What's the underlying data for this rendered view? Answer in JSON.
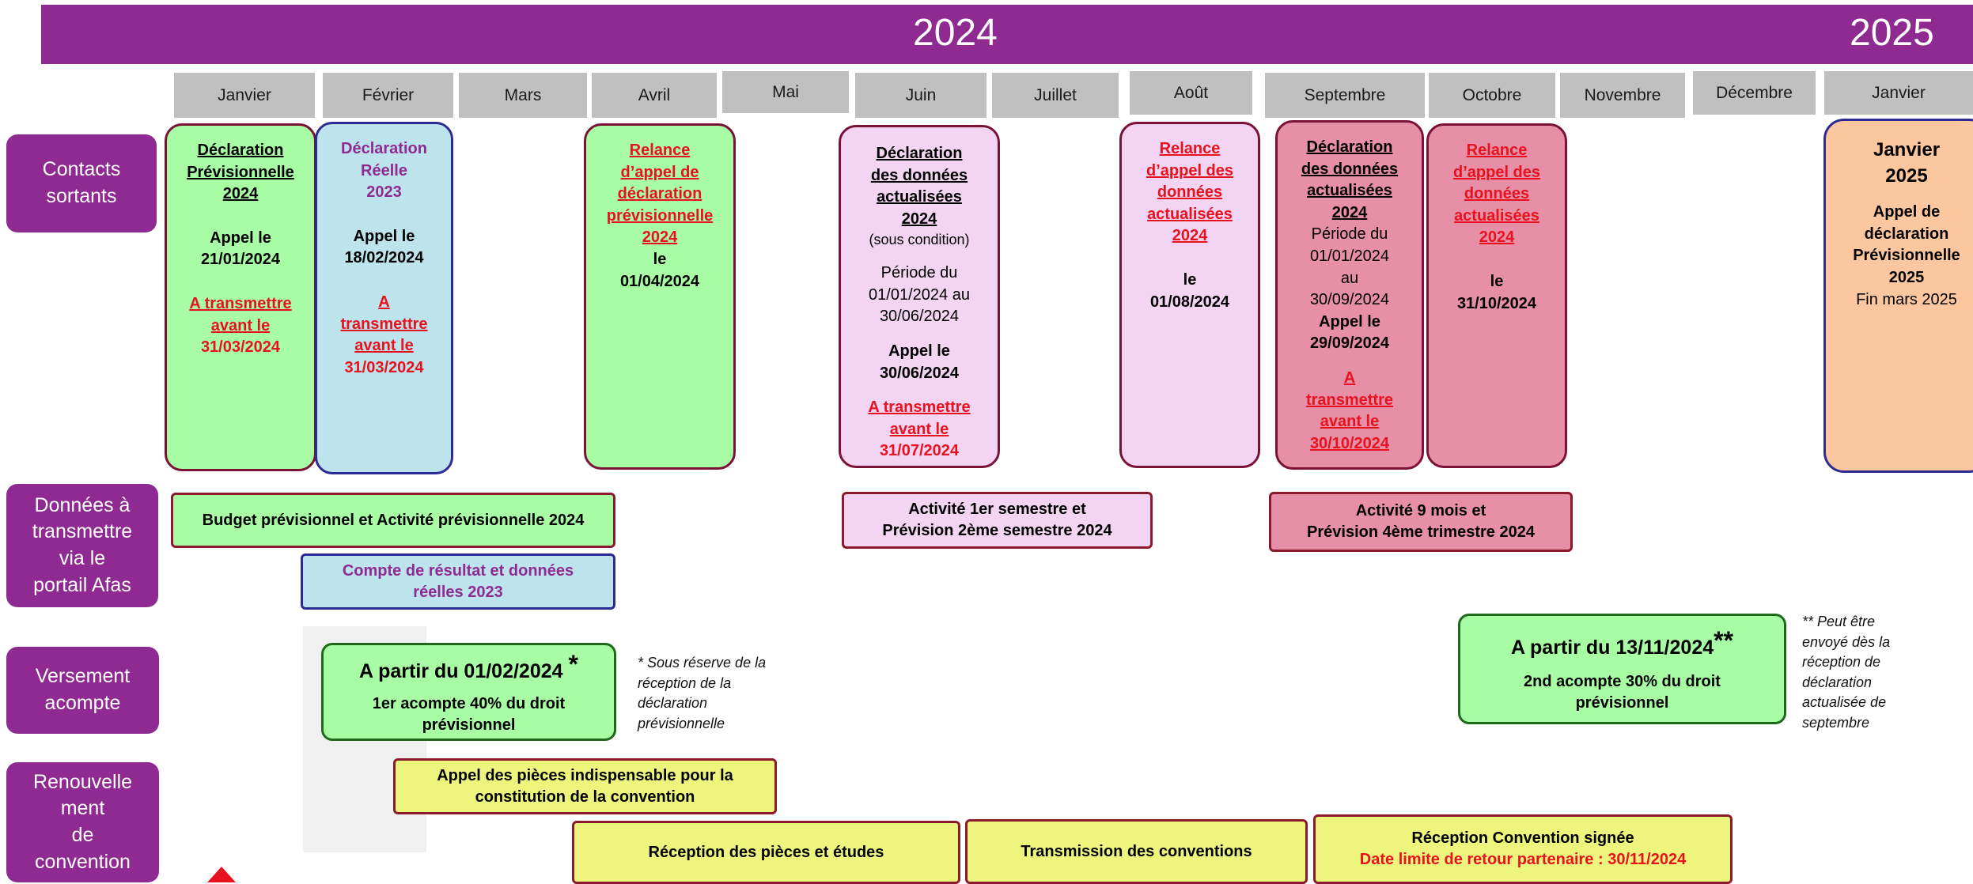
{
  "years": {
    "y2024": "2024",
    "y2025": "2025"
  },
  "months": [
    "Janvier",
    "Février",
    "Mars",
    "Avril",
    "Mai",
    "Juin",
    "Juillet",
    "Août",
    "Septembre",
    "Octobre",
    "Novembre",
    "Décembre",
    "Janvier"
  ],
  "rows": {
    "contacts": [
      "Contacts",
      "sortants"
    ],
    "donnees": [
      "Données à",
      "transmettre",
      "via le",
      "portail Afas"
    ],
    "versement": [
      "Versement",
      "acompte"
    ],
    "renouvellement": [
      "Renouvelle",
      "ment",
      "de",
      "convention"
    ]
  },
  "cards": {
    "janvier": {
      "t1": "Déclaration",
      "t2": "Prévisionnelle",
      "t3": "2024",
      "a1": "Appel le",
      "a2": "21/01/2024",
      "d1": "A transmettre",
      "d2": "avant le",
      "d3": "31/03/2024"
    },
    "fevrier": {
      "t1": "Déclaration",
      "t2": "Réelle",
      "t3": "2023",
      "a1": "Appel le",
      "a2": "18/02/2024",
      "d1": "A",
      "d2": "transmettre",
      "d3": "avant le",
      "d4": "31/03/2024"
    },
    "avril": {
      "t1": "Relance",
      "t2": "d’appel de",
      "t3": "déclaration",
      "t4": "prévisionnelle",
      "t5": "2024",
      "a1": "le",
      "a2": "01/04/2024"
    },
    "juin": {
      "t1": "Déclaration",
      "t2": "des données",
      "t3": "actualisées",
      "t4": "2024",
      "cond": "(sous condition)",
      "p1": "Période du",
      "p2": "01/01/2024 au",
      "p3": "30/06/2024",
      "a1": "Appel le",
      "a2": "30/06/2024",
      "d1": "A transmettre",
      "d2": "avant le",
      "d3": "31/07/2024"
    },
    "aout": {
      "t1": "Relance",
      "t2": "d’appel des",
      "t3": "données",
      "t4": "actualisées",
      "t5": "2024",
      "a1": "le",
      "a2": "01/08/2024"
    },
    "septembre": {
      "t1": "Déclaration",
      "t2": "des données",
      "t3": "actualisées",
      "t4": "2024",
      "p1": "Période du",
      "p2": "01/01/2024",
      "p3": "au",
      "p4": "30/09/2024",
      "a1": "Appel le",
      "a2": "29/09/2024",
      "d1": "A",
      "d2": "transmettre",
      "d3": "avant le",
      "d4": "30/10/2024"
    },
    "octobre": {
      "t1": "Relance",
      "t2": "d’appel des",
      "t3": "données",
      "t4": "actualisées",
      "t5": "2024",
      "a1": "le",
      "a2": "31/10/2024"
    },
    "janvier2025": {
      "t1": "Janvier",
      "t2": "2025",
      "a1": "Appel de",
      "a2": "déclaration",
      "a3": "Prévisionnelle",
      "a4": "2025",
      "f1": "Fin mars 2025"
    }
  },
  "donnees": {
    "budget": "Budget prévisionnel et Activité prévisionnelle 2024",
    "compte1": "Compte de résultat et données",
    "compte2": "réelles 2023",
    "activite1a": "Activité 1er semestre et",
    "activite1b": "Prévision 2ème semestre 2024",
    "activite2a": "Activité 9 mois et",
    "activite2b": "Prévision 4ème trimestre 2024"
  },
  "versement": {
    "first_title": "A partir du 01/02/2024",
    "first_star": "*",
    "first_l1": "1er  acompte 40% du droit",
    "first_l2": "prévisionnel",
    "note1": [
      "* Sous réserve de la",
      "réception  de la",
      "déclaration",
      "prévisionnelle"
    ],
    "second_title": "A partir du 13/11/2024",
    "second_star": "**",
    "second_l1": "2nd  acompte 30% du droit",
    "second_l2": "prévisionnel",
    "note2": [
      "** Peut être",
      "envoyé dès la",
      "réception de",
      "déclaration",
      "actualisée de",
      "septembre"
    ]
  },
  "renouvellement": {
    "appel1": "Appel des pièces indispensable pour la",
    "appel2": "constitution de la convention",
    "reception": "Réception des pièces et études",
    "transmission": "Transmission   des conventions",
    "signee": "Réception Convention signée",
    "limite": "Date limite de retour partenaire : 30/11/2024"
  },
  "colors": {
    "banner": "#8e2a91",
    "green": "#a8fca4",
    "blue": "#bde3ec",
    "pink": "#f3d4f2",
    "rose": "#e68fa6",
    "peach": "#fcc79e",
    "yellow": "#edf57d",
    "red": "#e8121e"
  }
}
